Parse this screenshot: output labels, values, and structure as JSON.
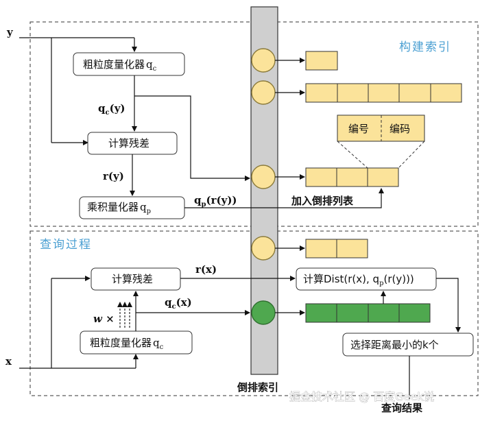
{
  "sections": {
    "build": "构建索引",
    "query": "查询过程"
  },
  "inputs": {
    "y": "y",
    "x": "x"
  },
  "build_flow": {
    "coarse_quantizer": "粗粒度量化器",
    "coarse_sub": "c",
    "qc_y": "(y)",
    "residual": "计算残差",
    "r_y": "r(y)",
    "product_quantizer": "乘积量化器",
    "product_sub": "p",
    "qp_ry": "(r(y))",
    "add_to_list": "加入倒排列表",
    "code_id": "编号",
    "code_code": "编码"
  },
  "query_flow": {
    "residual": "计算残差",
    "r_x": "r(x)",
    "qc_x": "(x)",
    "w_times": "w ×",
    "coarse_quantizer": "粗粒度量化器",
    "coarse_sub": "c",
    "dist": "计算Dist(r(x), q",
    "dist_sub": "p",
    "dist_tail": "(r(y)))",
    "select": "选择距离最小的k个",
    "result": "查询结果"
  },
  "inverted_index_label": "倒排索引",
  "watermark": "掘金技术社区 @ 百度Geek说",
  "colors": {
    "yellow": "#fbe39a",
    "yellow_stroke": "#8a7a3a",
    "green": "#4fa84f",
    "green_stroke": "#2f6f2f",
    "bar": "#cfcfcf",
    "section": "#4a9fd2"
  }
}
